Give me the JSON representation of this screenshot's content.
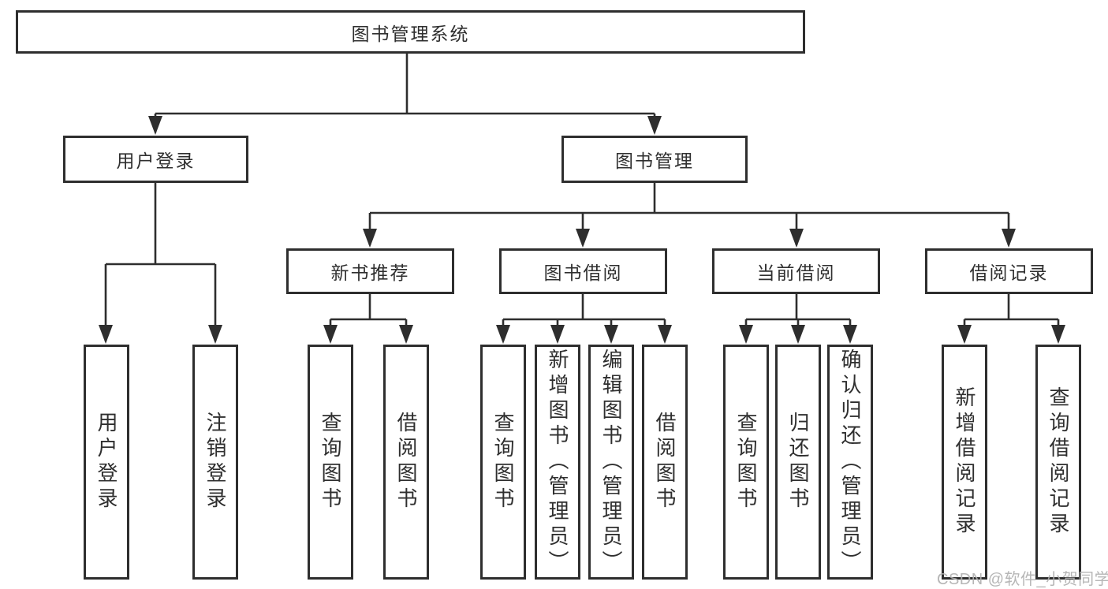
{
  "nodes": {
    "root": "图书管理系统",
    "user_login_branch": "用户登录",
    "book_mgmt_branch": "图书管理",
    "new_book_rec": "新书推荐",
    "book_borrow": "图书借阅",
    "current_borrow": "当前借阅",
    "borrow_records": "借阅记录",
    "leaf_user_login": "用户登录",
    "leaf_logout": "注销登录",
    "leaf_rec_query_books": "查询图书",
    "leaf_rec_borrow_books": "借阅图书",
    "leaf_bb_query_books": "查询图书",
    "leaf_bb_add_books": "新增图书（管理员）",
    "leaf_bb_edit_books": "编辑图书（管理员）",
    "leaf_bb_borrow_books": "借阅图书",
    "leaf_cb_query_books": "查询图书",
    "leaf_cb_return_books": "归还图书",
    "leaf_cb_confirm_return": "确认归还（管理员）",
    "leaf_br_add_record": "新增借阅记录",
    "leaf_br_query_record": "查询借阅记录"
  },
  "watermark": "CSDN @软件_小贺同学",
  "colors": {
    "line": "#2e2e2e",
    "box_border": "#2e2e2e",
    "text": "#2f2f2f",
    "watermark": "#b0b0b0",
    "background": "#ffffff"
  }
}
